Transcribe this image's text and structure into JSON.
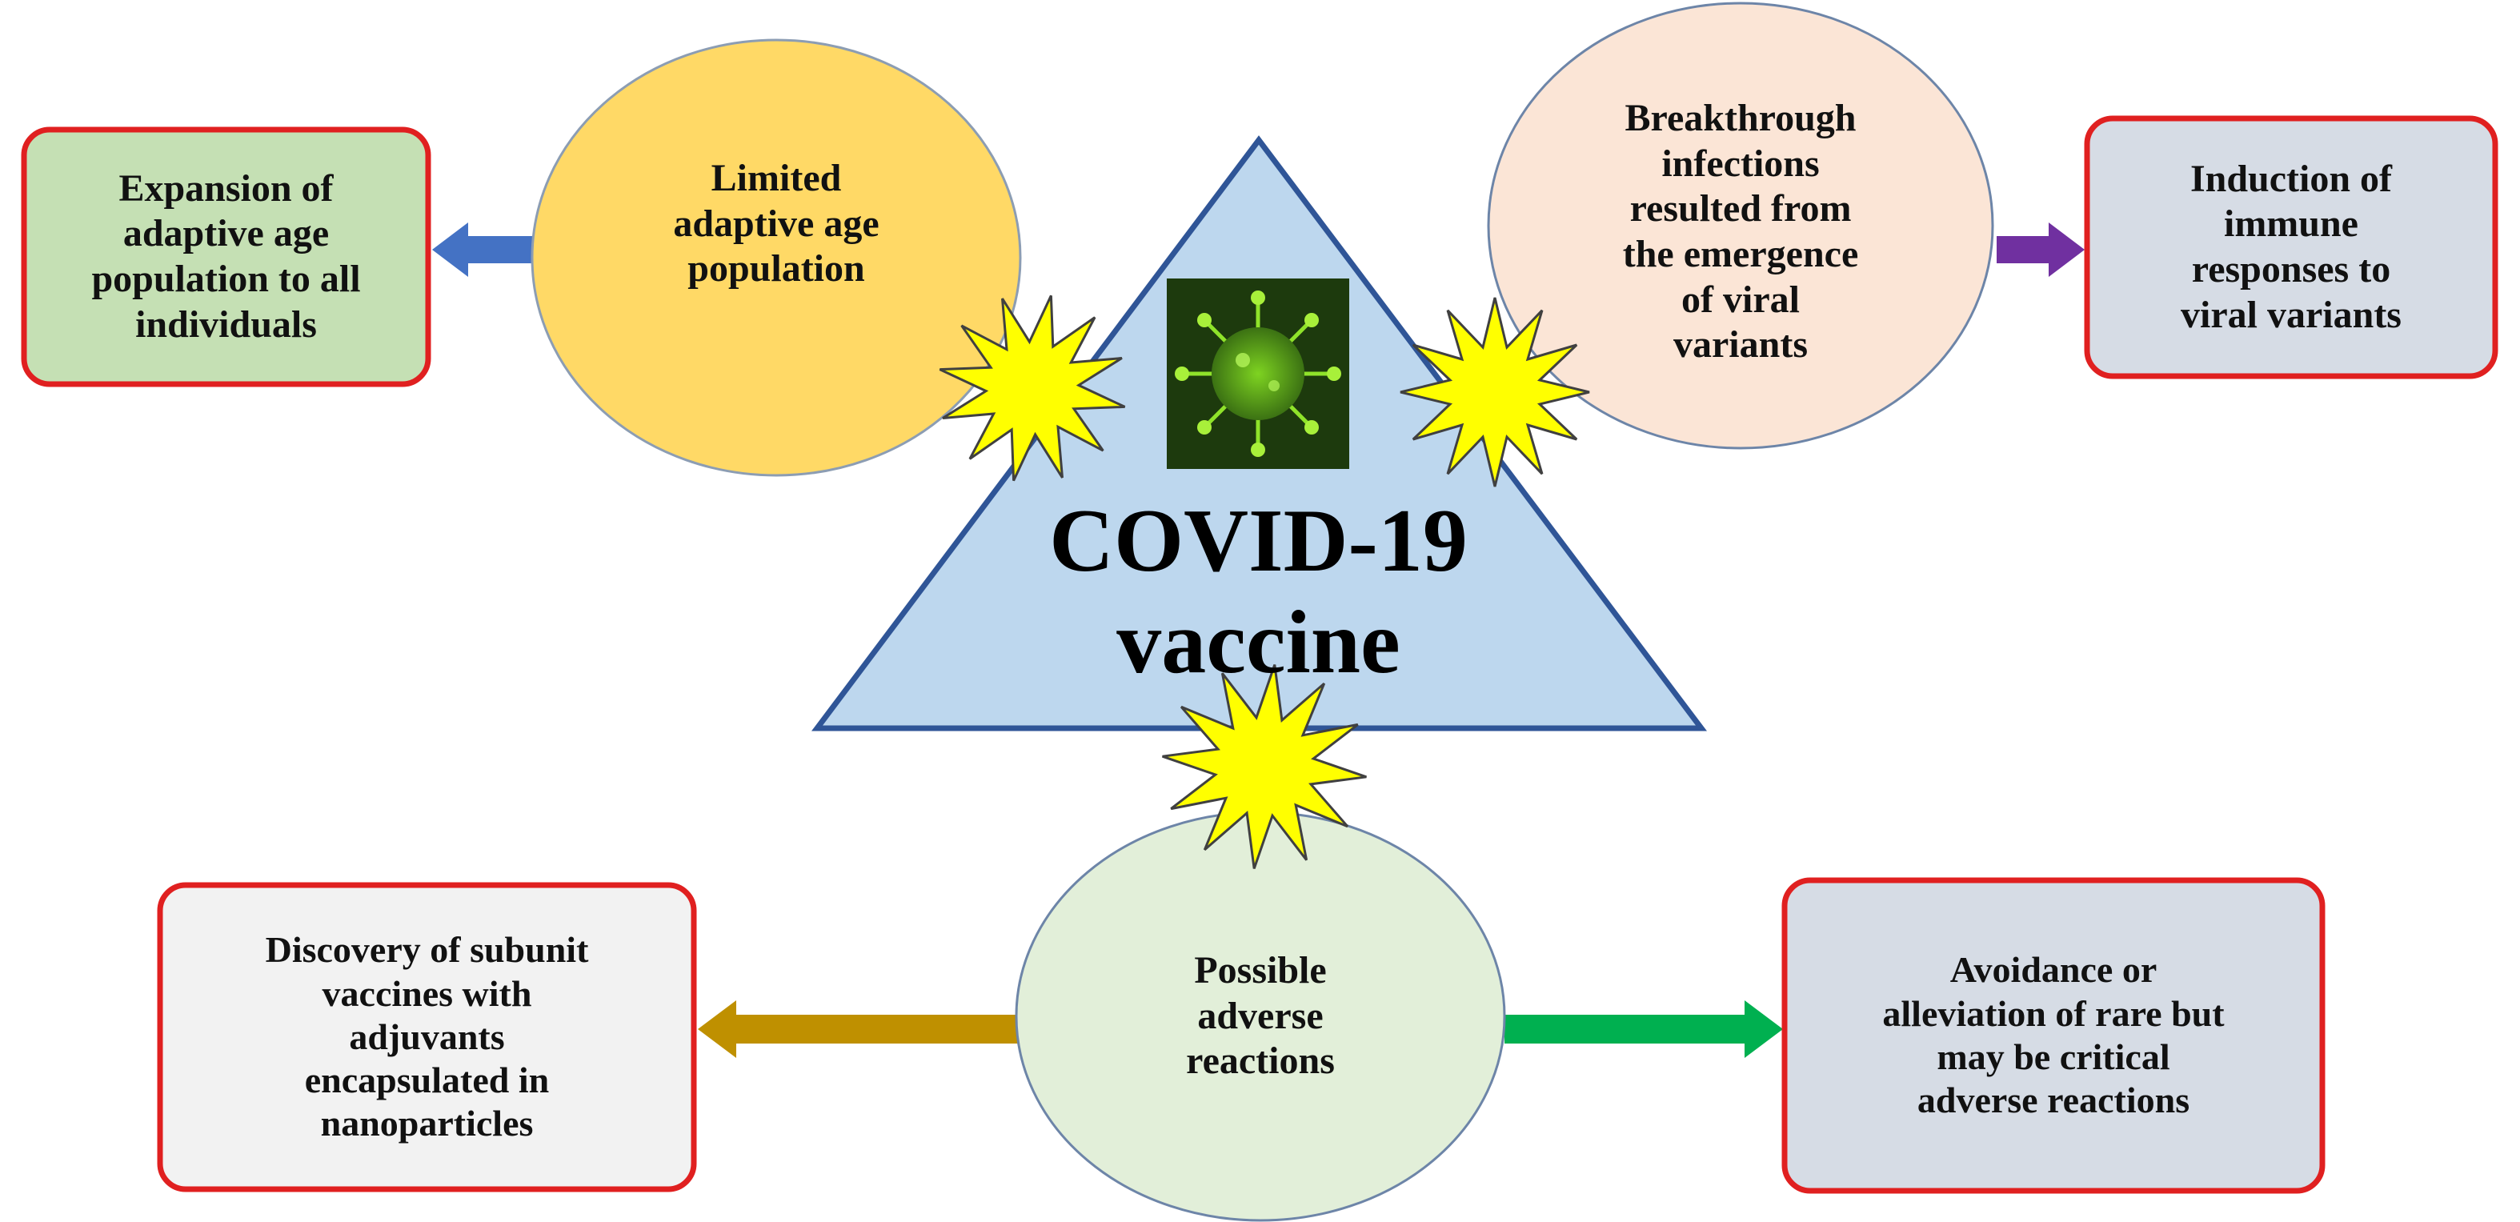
{
  "center": {
    "title": "COVID-19\nvaccine",
    "icon": "coronavirus-icon"
  },
  "challenges": {
    "limited_age": "Limited\nadaptive age\npopulation",
    "breakthrough": "Breakthrough\ninfections\nresulted from\nthe emergence\nof viral\nvariants",
    "adverse": "Possible\nadverse\nreactions"
  },
  "solutions": {
    "expansion": "Expansion of\nadaptive age\npopulation to all\nindividuals",
    "induction": "Induction of\nimmune\nresponses to\nviral variants",
    "subunit": "Discovery of subunit\nvaccines with\nadjuvants\nencapsulated in\nnanoparticles",
    "avoidance": "Avoidance or\nalleviation of rare but\nmay be critical\nadverse reactions"
  },
  "colors": {
    "triangle": "#bdd7ee",
    "triangle_stroke": "#2f5597",
    "circle_limited": "#ffd966",
    "circle_breakthrough": "#fbe5d6",
    "circle_adverse": "#e2efd9",
    "box_expansion": "#c5e0b4",
    "box_induction": "#d6dce5",
    "box_subunit": "#f2f2f2",
    "box_avoidance": "#d6dce5",
    "box_border": "#e02020",
    "burst": "#ffff00",
    "arrow_blue": "#4472c4",
    "arrow_purple": "#7030a0",
    "arrow_gold": "#bf9000",
    "arrow_green": "#00b050"
  }
}
